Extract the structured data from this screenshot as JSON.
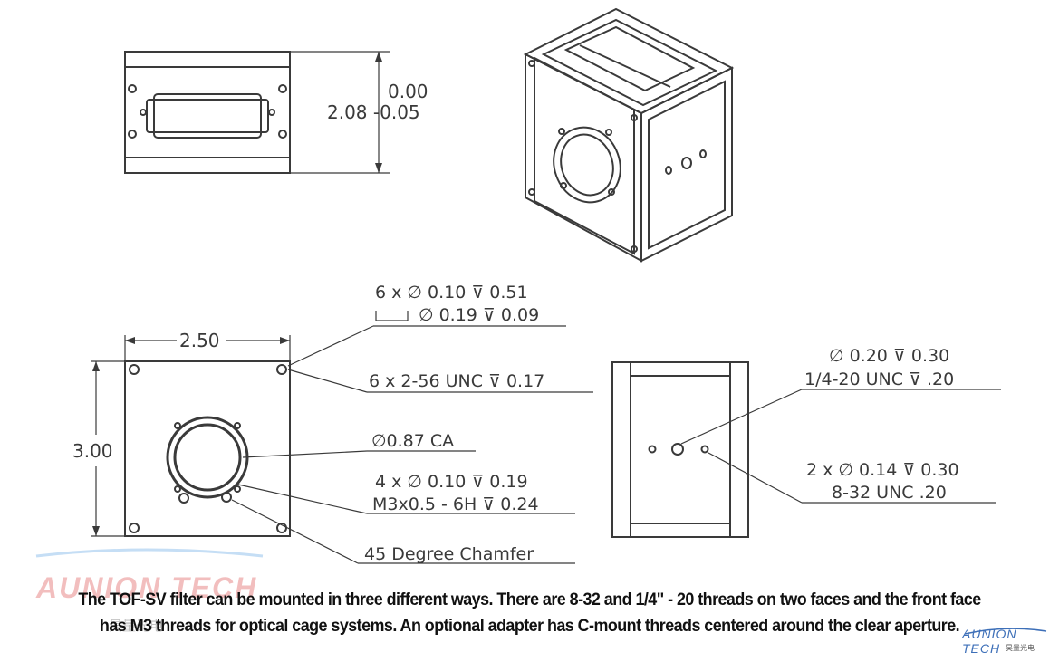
{
  "dimensions": {
    "top_view_tol_upper": "0.00",
    "top_view_height": "2.08 -0.05",
    "front_width": "2.50",
    "front_height": "3.00",
    "callout_holes_1": "6 x ∅ 0.10 ⊽ 0.51",
    "callout_holes_2": "∅ 0.19 ⊽ 0.09",
    "callout_unc": "6 x 2-56 UNC  ⊽ 0.17",
    "callout_ca": "∅0.87 CA",
    "callout_m3_1": "4 x ∅ 0.10 ⊽ 0.19",
    "callout_m3_2": "M3x0.5 - 6H ⊽ 0.24",
    "callout_chamfer": "45 Degree Chamfer",
    "side_callout_1": "∅ 0.20 ⊽ 0.30",
    "side_callout_2": "1/4-20 UNC  ⊽ .20",
    "side_callout_3": "2 x ∅ 0.14 ⊽ 0.30",
    "side_callout_4": "8-32 UNC  .20"
  },
  "caption": {
    "line1": "The TOF-SV filter can be mounted in three different ways. There are 8-32 and 1/4\" - 20 threads on two faces and the front face",
    "line2": "has M3 threads for optical cage systems. An optional adapter has C-mount threads centered around the clear aperture."
  },
  "watermark": {
    "brand": "AUNION TECH",
    "brand_cn": "昊量光电"
  },
  "colors": {
    "line": "#3a3a3a",
    "watermark_red": "#e88a8a",
    "watermark_blue": "#3d6fb8"
  }
}
